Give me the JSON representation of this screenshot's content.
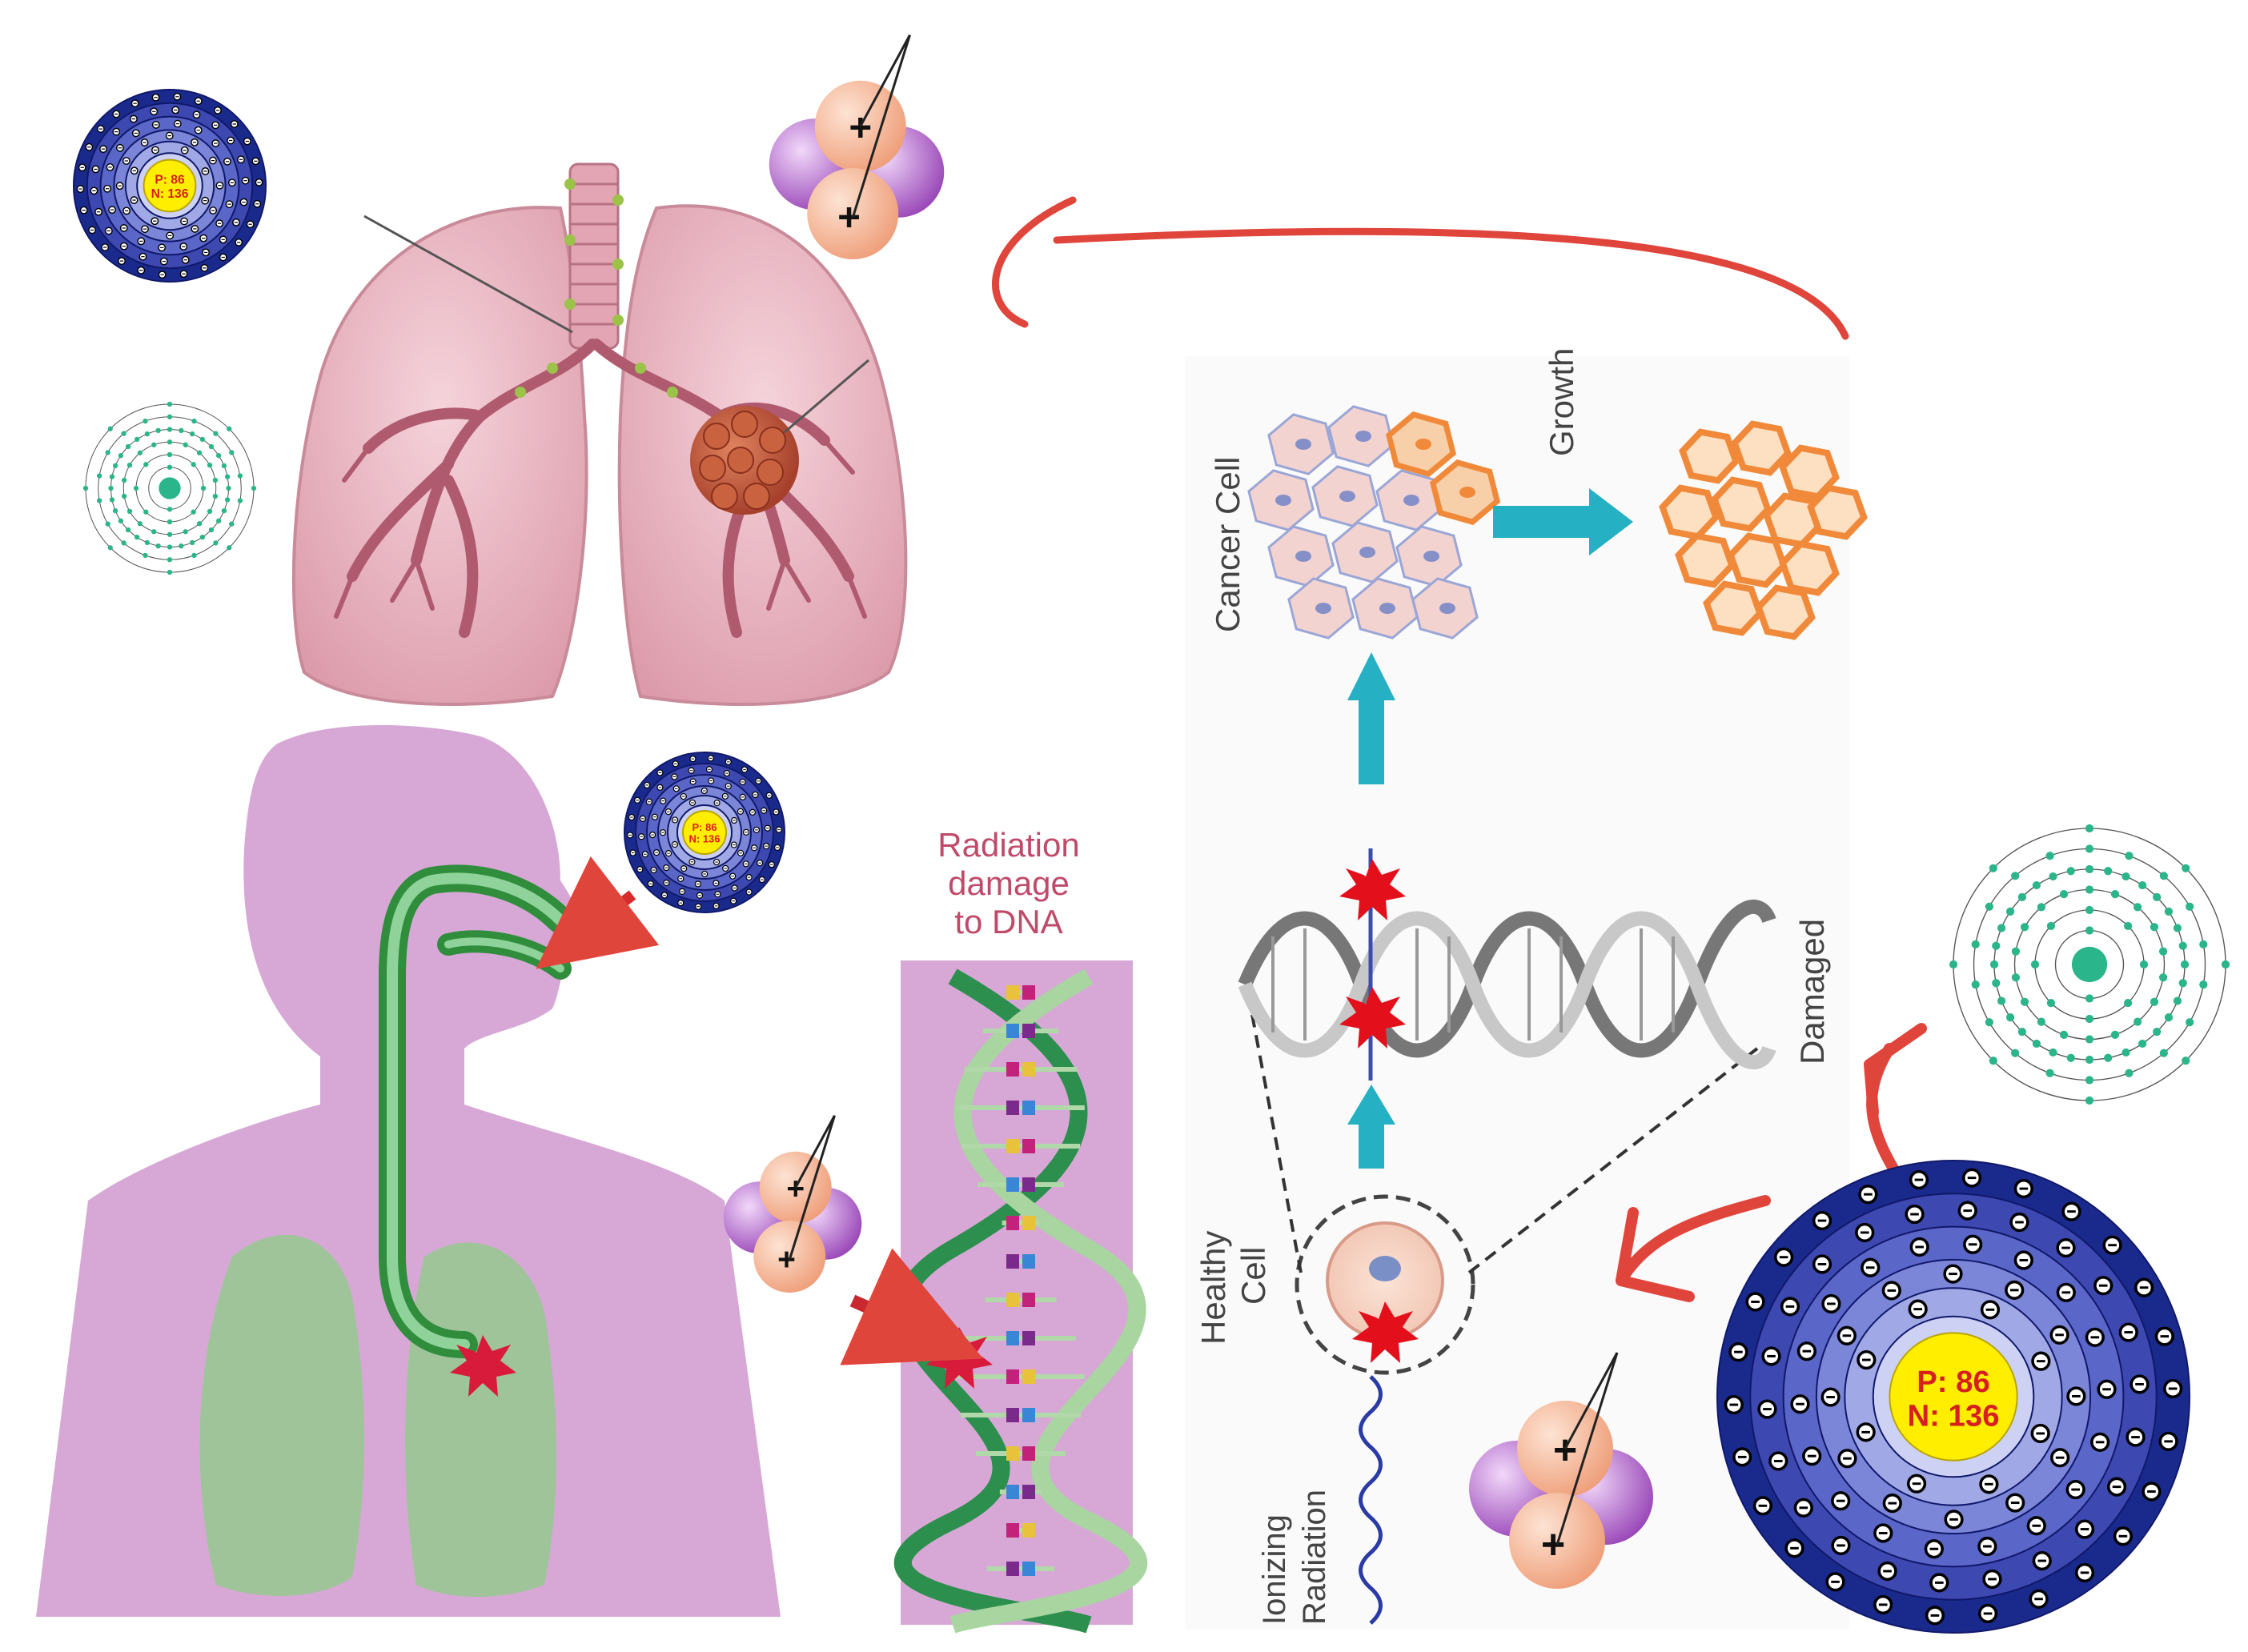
{
  "atom": {
    "protons_label": "P: 86",
    "neutrons_label": "N: 136"
  },
  "alpha_particle": {
    "charge_symbol": "+"
  },
  "dna_panel": {
    "caption_lines": [
      "Radiation",
      "damage",
      "to DNA"
    ]
  },
  "process": {
    "ionizing_radiation": [
      "Ionizing",
      "Radiation"
    ],
    "healthy_cell": [
      "Healthy",
      "Cell"
    ],
    "damaged": "Damaged",
    "cancer_cell": "Cancer Cell",
    "growth": "Growth"
  },
  "colors": {
    "atom_outer": "#1a2a8c",
    "atom_shell": "#5a66c8",
    "atom_nucleus": "#ffee00",
    "atom_nucleus_text": "#d61f1f",
    "alpha_proton": "#f5b99a",
    "alpha_neutron": "#b86ad1",
    "arrow_red": "#e0453c",
    "lung_pink": "#e9b3bf",
    "body_purple": "#d7a8d6",
    "body_lung_green": "#9fc49a",
    "airway_green": "#2f8d3c",
    "process_arrow": "#26b0c4",
    "cancer_orange": "#f08a3a",
    "bohr_teal": "#2bb58a"
  },
  "icons": [
    "radon-atom-icon",
    "alpha-particle-icon",
    "bohr-atom-icon",
    "lungs-with-tumor-icon",
    "human-silhouette-icon",
    "dna-helix-icon",
    "cell-icon",
    "wave-icon"
  ]
}
